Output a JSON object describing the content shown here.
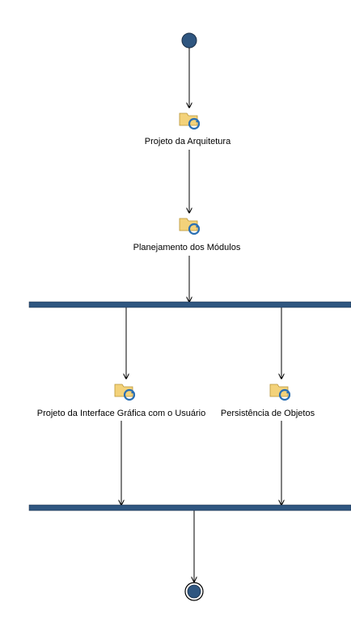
{
  "diagram": {
    "activities": [
      {
        "id": "a1",
        "label": "Projeto da Arquitetura"
      },
      {
        "id": "a2",
        "label": "Planejamento dos Módulos"
      },
      {
        "id": "a3",
        "label": "Projeto da Interface Gráfica com o Usuário"
      },
      {
        "id": "a4",
        "label": "Persistência de Objetos"
      }
    ],
    "colors": {
      "node_fill": "#2f5680",
      "node_stroke": "#1b2f47",
      "bar_fill": "#2f5680",
      "line": "#000000",
      "icon_folder": "#f3d27a",
      "icon_arrow": "#2a6fb3"
    },
    "icons": {
      "activity_icon": "activity-refresh-icon"
    }
  }
}
